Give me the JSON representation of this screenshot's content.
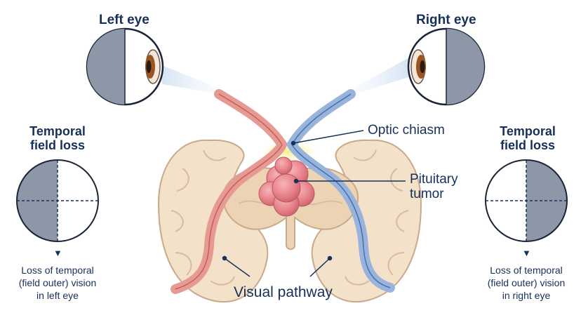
{
  "labels": {
    "left_eye": "Left eye",
    "right_eye": "Right eye",
    "optic_chiasm": "Optic chiasm",
    "pituitary_tumor_line1": "Pituitary",
    "pituitary_tumor_line2": "tumor",
    "visual_pathway": "Visual pathway"
  },
  "left_panel": {
    "heading_line1": "Temporal",
    "heading_line2": "field loss",
    "caption_line1": "Loss of temporal",
    "caption_line2": "(field outer) vision",
    "caption_line3": "in left eye"
  },
  "right_panel": {
    "heading_line1": "Temporal",
    "heading_line2": "field loss",
    "caption_line1": "Loss of temporal",
    "caption_line2": "(field outer) vision",
    "caption_line3": "in right eye"
  },
  "arrow_glyph": "▼",
  "colors": {
    "text": "#17305a",
    "brain": "#f3e1ca",
    "brain_outline": "#c9a98a",
    "left_nerve": "#e79a93",
    "right_nerve": "#98b4dc",
    "tumor": "#e8828a",
    "field_loss": "#8d97a8",
    "chiasm_highlight": "#f8ee8a"
  }
}
